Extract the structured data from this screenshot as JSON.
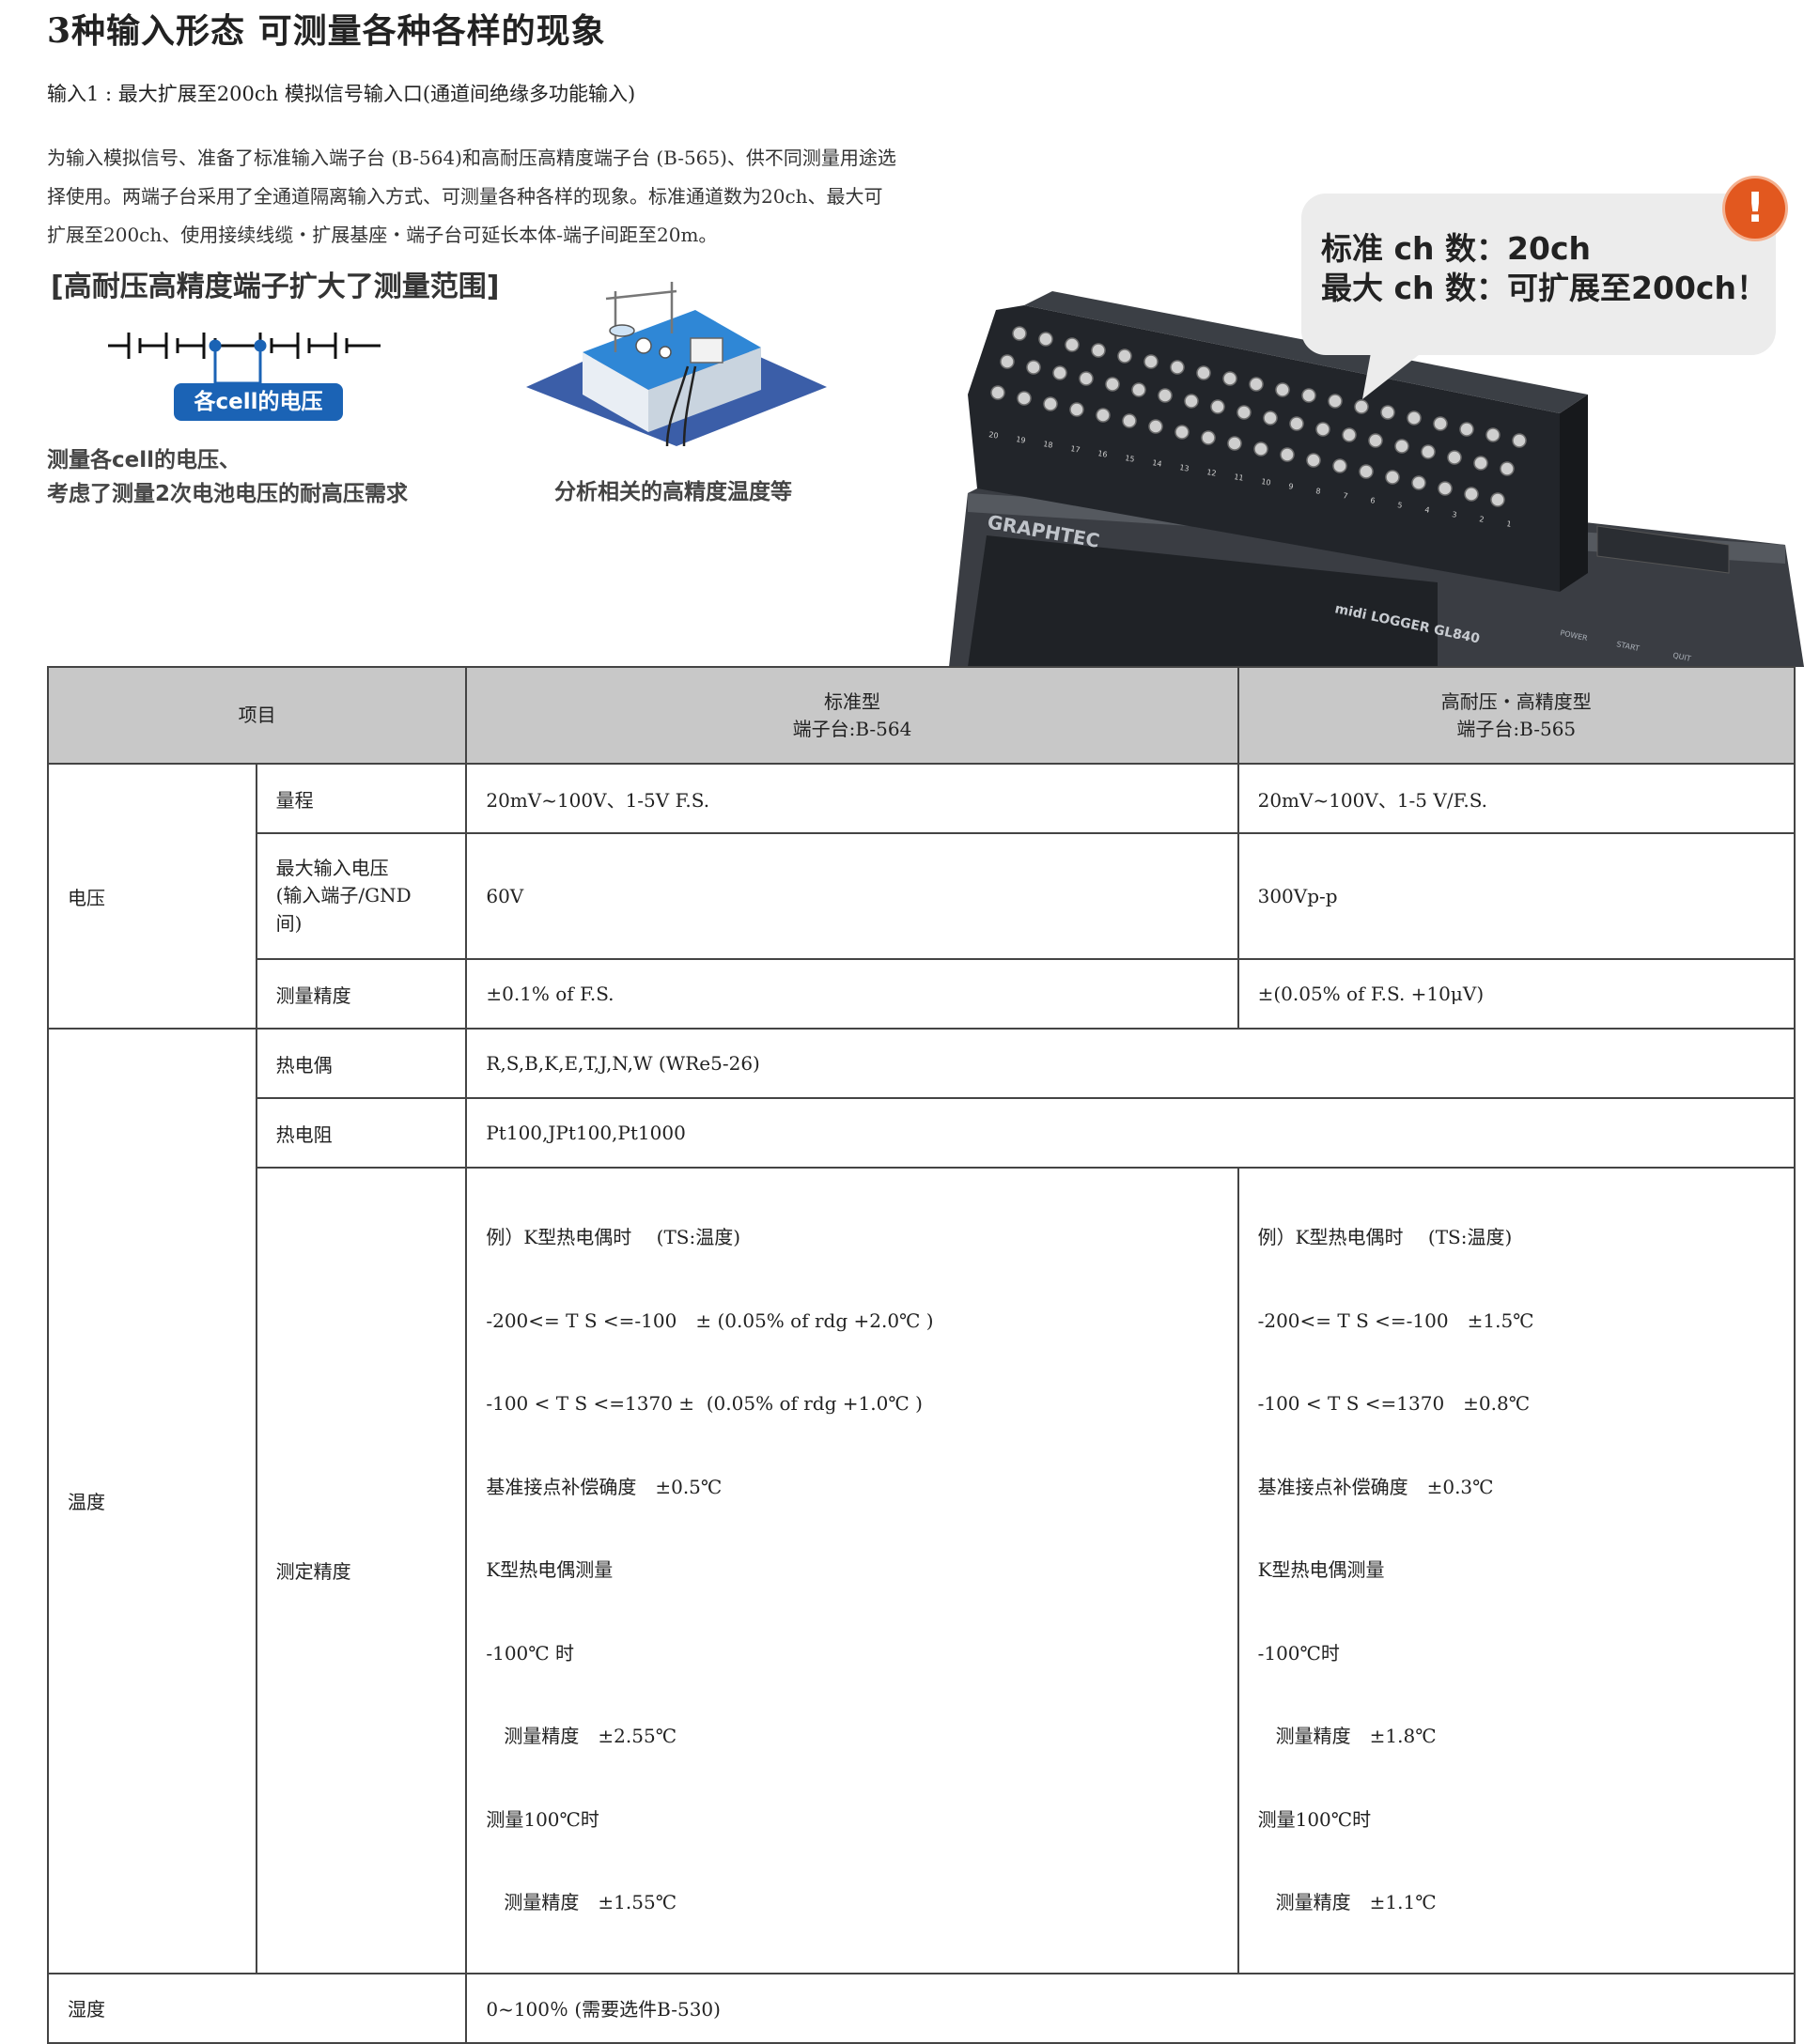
{
  "header": {
    "title": "3种输入形态 可测量各种各样的现象",
    "subheading": "输入1 : 最大扩展至200ch 模拟信号输入口(通道间绝缘多功能输入)",
    "intro_lines": [
      "为输入模拟信号、准备了标准输入端子台 (B-564)和高耐压高精度端子台 (B-565)、供不同测量用途选",
      "择使用。两端子台采用了全通道隔离输入方式、可测量各种各样的现象。标准通道数为20ch、最大可",
      "扩展至200ch、使用接续线缆・扩展基座・端子台可延长本体-端子间距至20m。"
    ]
  },
  "illustration": {
    "title": "[高耐压高精度端子扩大了测量范围]",
    "cell_badge": "各cell的电压",
    "left_caption": [
      "测量各cell的电压、",
      "考虑了测量2次电池电压的耐高压需求"
    ],
    "right_caption": "分析相关的高精度温度等"
  },
  "device": {
    "brand": "GRAPHTEC",
    "model": "midi LOGGER GL840",
    "terminal_numbers": [
      "20",
      "19",
      "18",
      "17",
      "16",
      "15",
      "14",
      "13",
      "12",
      "11",
      "10",
      "9",
      "8",
      "7",
      "6",
      "5",
      "4",
      "3",
      "2",
      "1"
    ],
    "buttons": [
      "POWER",
      "START",
      "QUIT"
    ]
  },
  "callout": {
    "line1": "标准 ch 数：20ch",
    "line2": "最大 ch 数：可扩展至200ch！"
  },
  "table": {
    "header": {
      "item": "项目",
      "standard": [
        "标准型",
        "端子台:B-564"
      ],
      "high": [
        "高耐压・高精度型",
        "端子台:B-565"
      ]
    },
    "voltage": {
      "group": "电压",
      "range": {
        "label": "量程",
        "standard": "20mV~100V、1-5V F.S.",
        "high": "20mV~100V、1-5 V/F.S."
      },
      "max_input": {
        "label_lines": [
          "最大输入电压",
          "(输入端子/GND",
          "间)"
        ],
        "standard": "60V",
        "high": "300Vp-p"
      },
      "accuracy": {
        "label": "测量精度",
        "standard": "±0.1% of F.S.",
        "high": "±(0.05% of F.S. +10μV)"
      }
    },
    "temperature": {
      "group": "温度",
      "thermocouple": {
        "label": "热电偶",
        "value": "R,S,B,K,E,T,J,N,W (WRe5-26)"
      },
      "rtd": {
        "label": "热电阻",
        "value": "Pt100,JPt100,Pt1000"
      },
      "accuracy": {
        "label": "测定精度",
        "standard_lines": [
          "例）K型热电偶时　 (TS:温度)",
          "-200<= T S <=-100　± (0.05% of rdg +2.0℃ )",
          "-100 < T S <=1370 ±  (0.05% of rdg +1.0℃ )",
          "基准接点补偿确度　±0.5℃",
          "K型热电偶测量",
          "-100℃ 时",
          "   测量精度　±2.55℃",
          "测量100℃时",
          "   测量精度　±1.55℃"
        ],
        "high_lines": [
          "例）K型热电偶时　 (TS:温度)",
          "-200<= T S <=-100　±1.5℃",
          "-100 < T S <=1370　±0.8℃",
          "基准接点补偿确度　±0.3℃",
          "K型热电偶测量",
          "-100℃时",
          "   测量精度　±1.8℃",
          "测量100℃时",
          "   测量精度　±1.1℃"
        ]
      }
    },
    "humidity": {
      "group": "湿度",
      "value": "0~100％ (需要选件B-530)"
    }
  }
}
